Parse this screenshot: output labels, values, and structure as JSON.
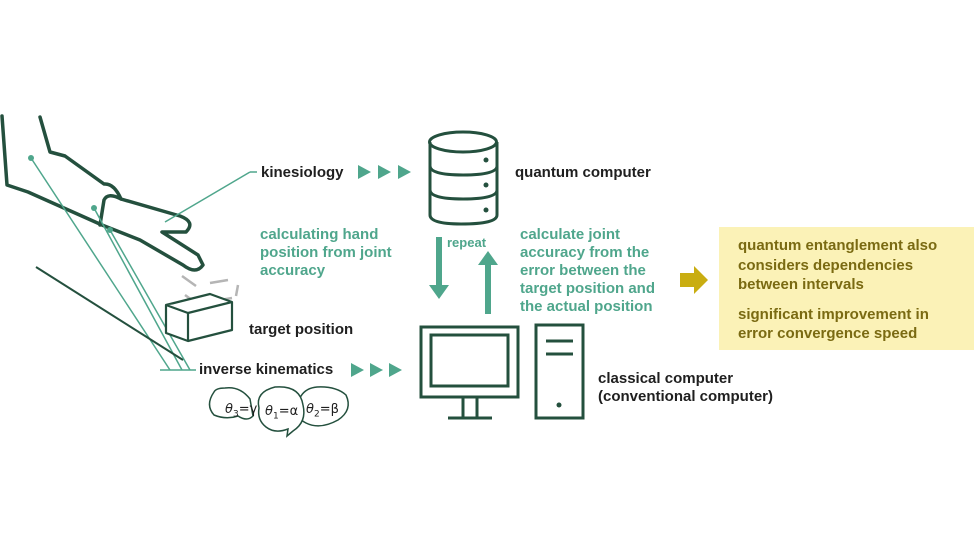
{
  "labels": {
    "kinesiology": "kinesiology",
    "quantum_computer": "quantum computer",
    "hand_calc": [
      "calculating hand",
      "position from joint",
      "accuracy"
    ],
    "repeat": "repeat",
    "joint_calc": [
      "calculate joint",
      "accuracy from the",
      "error between the",
      "target position and",
      "the actual position"
    ],
    "target_position": "target position",
    "inverse_kinematics": "inverse kinematics",
    "classical_computer": [
      "classical computer",
      "(conventional computer)"
    ]
  },
  "angles": [
    {
      "sym": "θ",
      "sub": "3",
      "val": "=γ"
    },
    {
      "sym": "θ",
      "sub": "1",
      "val": "=α"
    },
    {
      "sym": "θ",
      "sub": "2",
      "val": "=β"
    }
  ],
  "note": {
    "line1": [
      "quantum entanglement also",
      "considers dependencies",
      "between intervals"
    ],
    "line2": [
      "significant improvement in",
      "error convergence speed"
    ]
  },
  "colors": {
    "teal": "#4fa68c",
    "dark_green": "#24503e",
    "mustard": "#c9ad11",
    "note_bg": "#fbf2b7",
    "note_text": "#7a6a12"
  }
}
